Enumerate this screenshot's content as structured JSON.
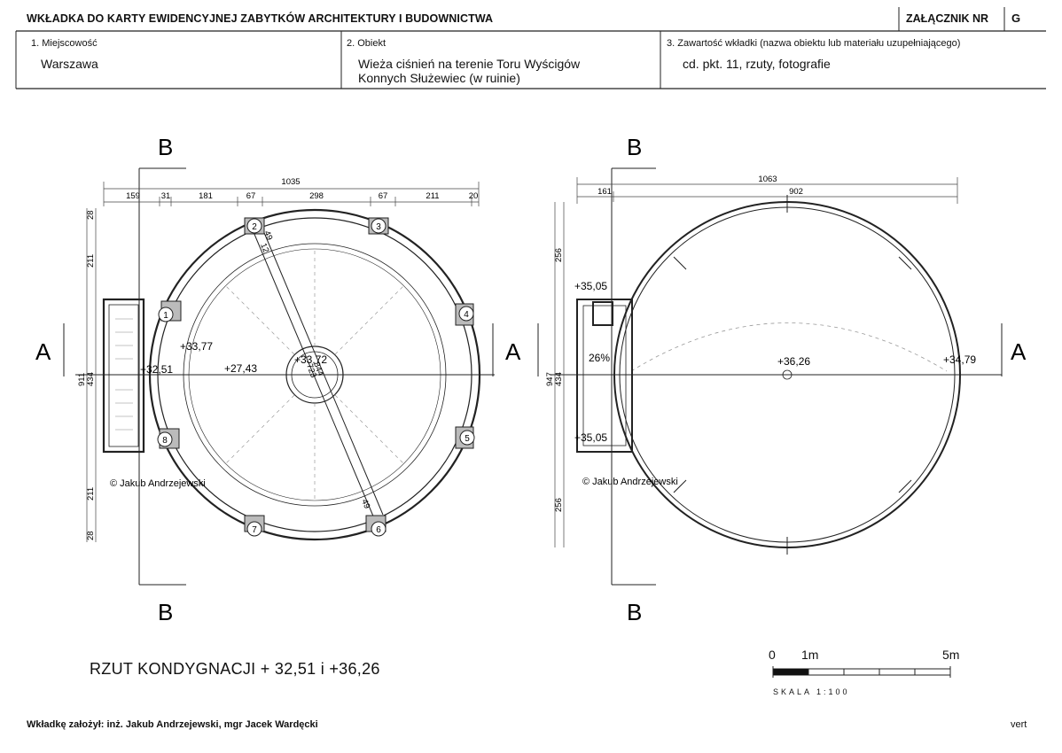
{
  "header": {
    "title": "WKŁADKA DO KARTY EWIDENCYJNEJ ZABYTKÓW ARCHITEKTURY I BUDOWNICTWA",
    "annex_label": "ZAŁĄCZNIK NR",
    "annex_letter": "G"
  },
  "fields": [
    {
      "label": "1. Miejscowość",
      "value": "Warszawa"
    },
    {
      "label": "2. Obiekt",
      "value_line1": "Wieża ciśnień na terenie Toru Wyścigów",
      "value_line2": "Konnych Służewiec (w ruinie)"
    },
    {
      "label": "3. Zawartość wkładki (nazwa obiektu lub materiału uzupełniającego)",
      "value": "cd. pkt. 11, rzuty, fotografie"
    }
  ],
  "left_plan": {
    "section_letters": {
      "b": "B",
      "a": "A"
    },
    "top_dims": [
      "159",
      "31",
      "181",
      "67",
      "298",
      "67",
      "211",
      "20"
    ],
    "overall_dim": "1035",
    "side_dims": [
      "28",
      "211",
      "911",
      "434",
      "211",
      "28"
    ],
    "elevations": [
      "+33,77",
      "+32,51",
      "+27,43",
      "+33,72"
    ],
    "small_dims": [
      "49",
      "12",
      "844",
      "723",
      "49"
    ],
    "columns": [
      "1",
      "2",
      "3",
      "4",
      "5",
      "6",
      "7",
      "8"
    ],
    "copyright": "© Jakub Andrzejewski"
  },
  "right_plan": {
    "section_letters": {
      "b": "B",
      "a": "A"
    },
    "top_dims": [
      "161",
      "902"
    ],
    "overall_dim": "1063",
    "side_dims": [
      "256",
      "947",
      "434",
      "256"
    ],
    "elevations": [
      "+35,05",
      "+36,26",
      "+34,79",
      "+35,05"
    ],
    "slope": "26%",
    "copyright": "© Jakub Andrzejewski"
  },
  "plan_title": "RZUT KONDYGNACJI   + 32,51   i +36,26",
  "scale": {
    "zero": "0",
    "one": "1m",
    "five": "5m",
    "word": "SKALA   1:100"
  },
  "footer": {
    "author": "Wkładkę założył: inż. Jakub Andrzejewski, mgr Jacek Wardęcki",
    "right": "vert"
  }
}
